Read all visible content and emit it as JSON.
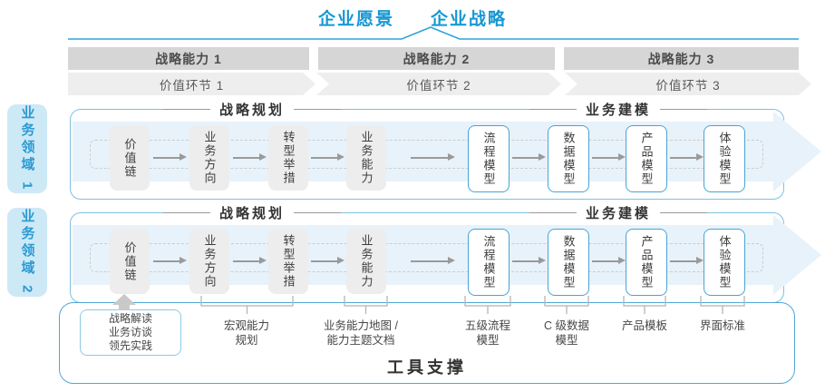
{
  "header": {
    "vision": "企业愿景",
    "strategy": "企业战略"
  },
  "strategic_capabilities": [
    {
      "label": "战略能力 1"
    },
    {
      "label": "战略能力 2"
    },
    {
      "label": "战略能力 3"
    }
  ],
  "value_links": [
    {
      "label": "价值环节 1"
    },
    {
      "label": "价值环节 2"
    },
    {
      "label": "价值环节 3"
    }
  ],
  "domains": [
    {
      "label": "业务领域 1"
    },
    {
      "label": "业务领域 2"
    }
  ],
  "rows": [
    {
      "planning_header": "战略规划",
      "modeling_header": "业务建模",
      "boxes": [
        {
          "label": "价值链"
        },
        {
          "label": "业务方向"
        },
        {
          "label": "转型举措"
        },
        {
          "label": "业务能力"
        },
        {
          "label": "流程模型"
        },
        {
          "label": "数据模型"
        },
        {
          "label": "产品模型"
        },
        {
          "label": "体验模型"
        }
      ]
    },
    {
      "planning_header": "战略规划",
      "modeling_header": "业务建模",
      "boxes": [
        {
          "label": "价值链"
        },
        {
          "label": "业务方向"
        },
        {
          "label": "转型举措"
        },
        {
          "label": "业务能力"
        },
        {
          "label": "流程模型"
        },
        {
          "label": "数据模型"
        },
        {
          "label": "产品模型"
        },
        {
          "label": "体验模型"
        }
      ]
    }
  ],
  "callout": {
    "lines": [
      "战略解读",
      "业务访谈",
      "领先实践"
    ]
  },
  "annotations": [
    {
      "lines": [
        "宏观能力",
        "规划"
      ]
    },
    {
      "lines": [
        "业务能力地图 /",
        "能力主题文档"
      ]
    },
    {
      "lines": [
        "五级流程",
        "模型"
      ]
    },
    {
      "lines": [
        "C 级数据",
        "模型"
      ]
    },
    {
      "lines": [
        "产品模板"
      ]
    },
    {
      "lines": [
        "界面标准"
      ]
    }
  ],
  "tool_support": "工具支撑",
  "colors": {
    "accent_blue": "#1697d3",
    "row_border": "#7fc0e0",
    "bottom_border": "#4fa8d5",
    "band_fill": "#e8f2fa",
    "capability_band": "#d6d6d6",
    "value_band": "#eeeeee",
    "node_gray": "#ededed",
    "node_blue_border": "#47a4d5"
  }
}
